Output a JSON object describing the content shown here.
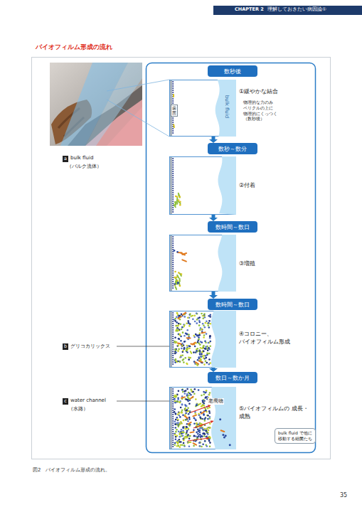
{
  "diagram": {
    "title": "バイオフィルム形成の流れ",
    "caption": "図2　バイオフィルム形成の流れ。",
    "nodes": [
      {
        "text": [
          "数秒後"
        ]
      },
      {
        "text": [
          "①緩やかな結合",
          "物理的な力のみ ペリクルの上に 物理的にくっつく （数秒後）"
        ]
      },
      {
        "text": [
          "数秒～数分"
        ]
      },
      {
        "text": [
          "②付着"
        ]
      },
      {
        "text": [
          "数時間～数日"
        ]
      },
      {
        "text": [
          "③増殖"
        ]
      },
      {
        "text": [
          "数時間～数日"
        ]
      },
      {
        "text": [
          "④コロニー、 バイオフィルム形成"
        ]
      },
      {
        "text": [
          "数日～数か月"
        ]
      },
      {
        "text": [
          "⑤バイオフィルムの 成長・成熟"
        ]
      },
      {
        "text": [
          "bulk fluid で他に 移動する細菌たち"
        ],
        "in": 9
      }
    ],
    "edges": [
      {
        "from": 1,
        "to": 2,
        "arrow": "to"
      },
      {
        "from": 3,
        "to": 4,
        "arrow": "to"
      },
      {
        "from": 5,
        "to": 6,
        "arrow": "to"
      },
      {
        "from": 7,
        "to": 8,
        "arrow": "to"
      }
    ],
    "labels": [
      "CHAPTER 2",
      "理解しておきたい病因論①",
      "a",
      "bulk fluid",
      "（バルク流体）",
      "b",
      "グリコカリックス",
      "c",
      "water channel",
      "（水路）",
      "歯面",
      "bulk fluid",
      "老廃物",
      "35"
    ]
  }
}
